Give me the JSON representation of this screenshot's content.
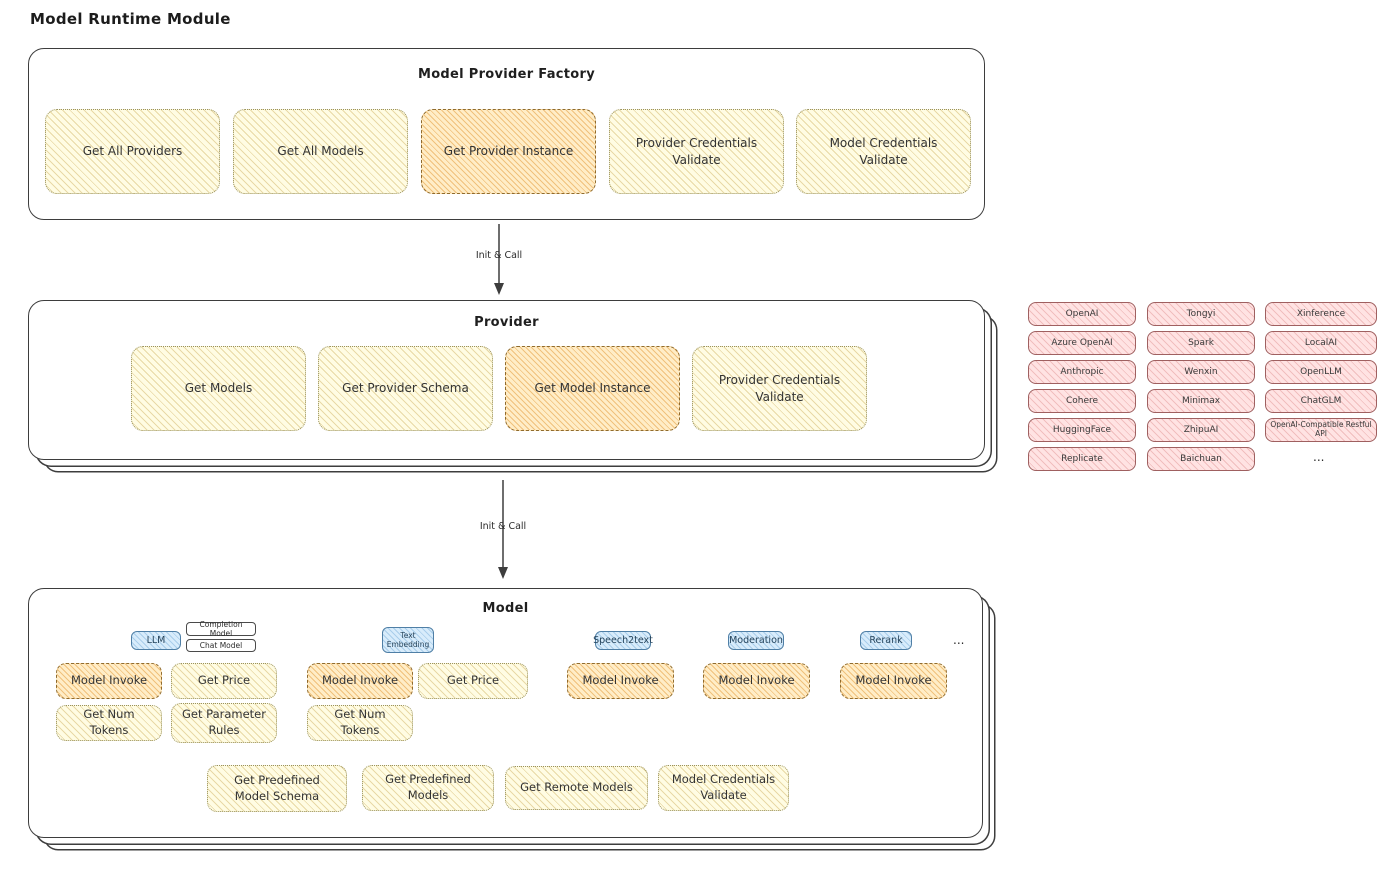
{
  "title": "Model Runtime Module",
  "arrow_label": "Init & Call",
  "colors": {
    "yellow_fill": "#fffce3",
    "orange_fill": "#ffedc7",
    "pink_fill": "#ffe3e3",
    "blue_fill": "#d8ecfb",
    "outline": "#3d3d3d"
  },
  "factory": {
    "title": "Model Provider Factory",
    "items": [
      "Get All Providers",
      "Get All Models",
      "Get Provider Instance",
      "Provider Credentials Validate",
      "Model Credentials Validate"
    ]
  },
  "provider": {
    "title": "Provider",
    "items": [
      "Get Models",
      "Get Provider Schema",
      "Get Model Instance",
      "Provider Credentials Validate"
    ]
  },
  "vendors": {
    "col1": [
      "OpenAI",
      "Azure OpenAI",
      "Anthropic",
      "Cohere",
      "HuggingFace",
      "Replicate"
    ],
    "col2": [
      "Tongyi",
      "Spark",
      "Wenxin",
      "Minimax",
      "ZhipuAI",
      "Baichuan"
    ],
    "col3": [
      "Xinference",
      "LocalAI",
      "OpenLLM",
      "ChatGLM",
      "OpenAI-Compatible Restful API"
    ],
    "more": "..."
  },
  "model": {
    "title": "Model",
    "tags": {
      "llm": "LLM",
      "completion": "Completion Model",
      "chat": "Chat Model",
      "text_embedding": "Text Embedding",
      "speech2text": "Speech2text",
      "moderation": "Moderation",
      "rerank": "Rerank",
      "more": "..."
    },
    "ops": {
      "model_invoke": "Model Invoke",
      "get_price": "Get Price",
      "get_num_tokens": "Get Num Tokens",
      "get_parameter_rules": "Get Parameter Rules"
    },
    "bottom": [
      "Get Predefined Model Schema",
      "Get Predefined Models",
      "Get Remote Models",
      "Model Credentials Validate"
    ]
  }
}
